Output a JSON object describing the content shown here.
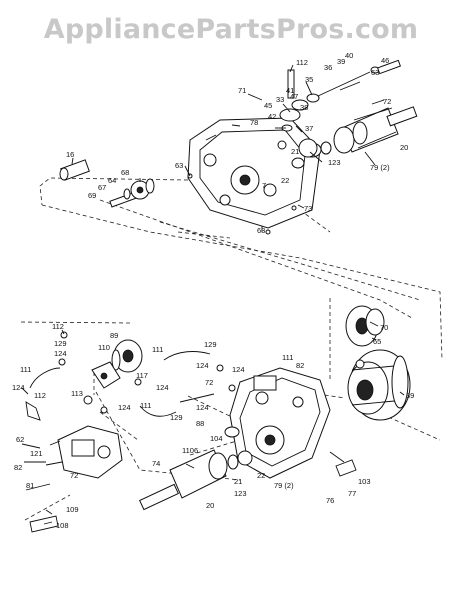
{
  "watermark": "AppliancePartsPros.com",
  "callouts": [
    {
      "id": "112a",
      "text": "112"
    },
    {
      "id": "40",
      "text": "40"
    },
    {
      "id": "46",
      "text": "46"
    },
    {
      "id": "36",
      "text": "36"
    },
    {
      "id": "39",
      "text": "39"
    },
    {
      "id": "63a",
      "text": "63"
    },
    {
      "id": "72a",
      "text": "72"
    },
    {
      "id": "71",
      "text": "71"
    },
    {
      "id": "35",
      "text": "35"
    },
    {
      "id": "33",
      "text": "33"
    },
    {
      "id": "41",
      "text": "41"
    },
    {
      "id": "45",
      "text": "45"
    },
    {
      "id": "47",
      "text": "47"
    },
    {
      "id": "38",
      "text": "38"
    },
    {
      "id": "42",
      "text": "42"
    },
    {
      "id": "78",
      "text": "78"
    },
    {
      "id": "37",
      "text": "37"
    },
    {
      "id": "20a",
      "text": "20"
    },
    {
      "id": "21a",
      "text": "21"
    },
    {
      "id": "123a",
      "text": "123"
    },
    {
      "id": "22a",
      "text": "22"
    },
    {
      "id": "79a",
      "text": "79 (2)"
    },
    {
      "id": "7",
      "text": "7"
    },
    {
      "id": "16",
      "text": "16"
    },
    {
      "id": "63b",
      "text": "63"
    },
    {
      "id": "68",
      "text": "68"
    },
    {
      "id": "64",
      "text": "64"
    },
    {
      "id": "67",
      "text": "67"
    },
    {
      "id": "69",
      "text": "69"
    },
    {
      "id": "73",
      "text": "73"
    },
    {
      "id": "63c",
      "text": "63"
    },
    {
      "id": "70",
      "text": "70"
    },
    {
      "id": "65",
      "text": "65"
    },
    {
      "id": "112b",
      "text": "112"
    },
    {
      "id": "89",
      "text": "89"
    },
    {
      "id": "129a",
      "text": "129"
    },
    {
      "id": "111a",
      "text": "111"
    },
    {
      "id": "110",
      "text": "110"
    },
    {
      "id": "129b",
      "text": "129"
    },
    {
      "id": "124a",
      "text": "124"
    },
    {
      "id": "111b",
      "text": "111"
    },
    {
      "id": "124b",
      "text": "124"
    },
    {
      "id": "117",
      "text": "117"
    },
    {
      "id": "124c",
      "text": "124"
    },
    {
      "id": "72b",
      "text": "72"
    },
    {
      "id": "124d",
      "text": "124"
    },
    {
      "id": "111c",
      "text": "111"
    },
    {
      "id": "82a",
      "text": "82"
    },
    {
      "id": "39b",
      "text": "39"
    },
    {
      "id": "124e",
      "text": "124"
    },
    {
      "id": "112c",
      "text": "112"
    },
    {
      "id": "113",
      "text": "113"
    },
    {
      "id": "124f",
      "text": "124"
    },
    {
      "id": "111d",
      "text": "111"
    },
    {
      "id": "124g",
      "text": "124"
    },
    {
      "id": "129c",
      "text": "129"
    },
    {
      "id": "88",
      "text": "88"
    },
    {
      "id": "62",
      "text": "62"
    },
    {
      "id": "121",
      "text": "121"
    },
    {
      "id": "82b",
      "text": "82"
    },
    {
      "id": "72c",
      "text": "72"
    },
    {
      "id": "81",
      "text": "81"
    },
    {
      "id": "104",
      "text": "104"
    },
    {
      "id": "74",
      "text": "74"
    },
    {
      "id": "1106",
      "text": "1106"
    },
    {
      "id": "21b",
      "text": "21"
    },
    {
      "id": "22b",
      "text": "22"
    },
    {
      "id": "79b",
      "text": "79 (2)"
    },
    {
      "id": "103",
      "text": "103"
    },
    {
      "id": "77",
      "text": "77"
    },
    {
      "id": "76",
      "text": "76"
    },
    {
      "id": "123b",
      "text": "123"
    },
    {
      "id": "20b",
      "text": "20"
    },
    {
      "id": "109",
      "text": "109"
    },
    {
      "id": "108",
      "text": "108"
    }
  ]
}
